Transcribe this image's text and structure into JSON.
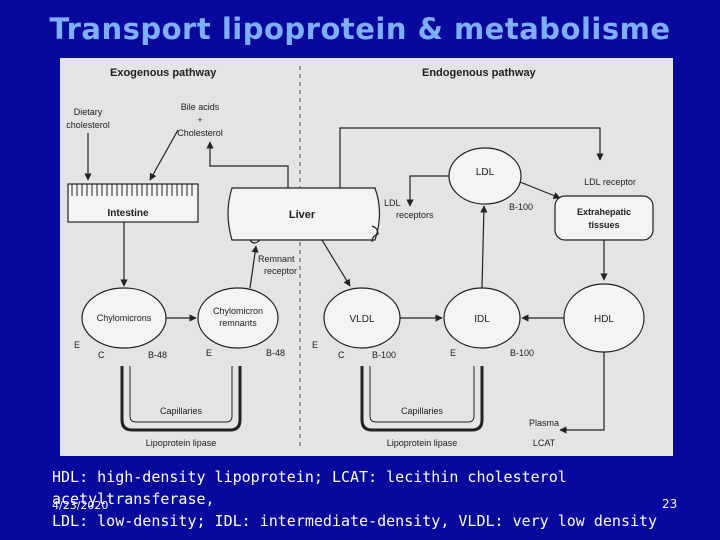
{
  "slide": {
    "title": "Transport lipoprotein & metabolisme",
    "caption_line1": "HDL: high-density lipoprotein; LCAT: lecithin cholesterol acetyltransferase,",
    "caption_line2": "LDL: low-density; IDL: intermediate-density, VLDL: very low density",
    "date": "4/23/2020",
    "page_number": "23"
  },
  "diagram": {
    "exogenous_header": "Exogenous pathway",
    "endogenous_header": "Endogenous pathway",
    "dietary_1": "Dietary",
    "dietary_2": "cholesterol",
    "bile_1": "Bile acids",
    "bile_plus": "+",
    "bile_2": "Cholesterol",
    "intestine": "Intestine",
    "liver": "Liver",
    "ldl_receptors_1": "LDL",
    "ldl_receptors_2": "receptors",
    "remnant_1": "Remnant",
    "remnant_2": "receptor",
    "ldl": "LDL",
    "ldl_b100": "B-100",
    "ldl_receptor": "LDL receptor",
    "extrahepatic_1": "Extrahepatic",
    "extrahepatic_2": "tissues",
    "chylomicrons": "Chylomicrons",
    "chylo_remnants_1": "Chylomicron",
    "chylo_remnants_2": "remnants",
    "vldl": "VLDL",
    "idl": "IDL",
    "hdl": "HDL",
    "apo_e": "E",
    "apo_c": "C",
    "apo_b48": "B-48",
    "apo_b100": "B-100",
    "capillaries": "Capillaries",
    "lipoprotein_lipase": "Lipoprotein lipase",
    "plasma": "Plasma",
    "lcat": "LCAT"
  }
}
